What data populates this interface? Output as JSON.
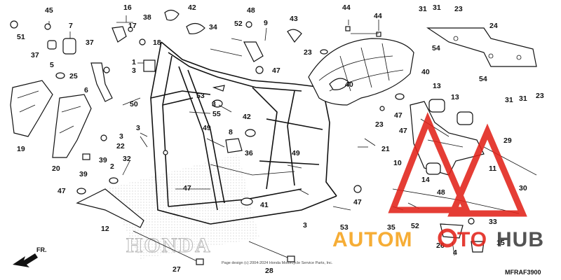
{
  "diagram": {
    "code": "MFRAF3900",
    "copyright": "Page design (c) 2004-2024 Honda Motorcycle Service Parts, Inc.",
    "front_indicator": "FR.",
    "background_logo": "HONDA",
    "labels": [
      {
        "id": "l45",
        "text": "45"
      },
      {
        "id": "l51",
        "text": "51"
      },
      {
        "id": "l7",
        "text": "7"
      },
      {
        "id": "l37a",
        "text": "37"
      },
      {
        "id": "l37b",
        "text": "37"
      },
      {
        "id": "l5",
        "text": "5"
      },
      {
        "id": "l25",
        "text": "25"
      },
      {
        "id": "l6",
        "text": "6"
      },
      {
        "id": "l19",
        "text": "19"
      },
      {
        "id": "l20",
        "text": "20"
      },
      {
        "id": "l50",
        "text": "50"
      },
      {
        "id": "l16",
        "text": "16"
      },
      {
        "id": "l17",
        "text": "17"
      },
      {
        "id": "l18",
        "text": "18"
      },
      {
        "id": "l38",
        "text": "38"
      },
      {
        "id": "l1",
        "text": "1"
      },
      {
        "id": "l3a",
        "text": "3"
      },
      {
        "id": "l42a",
        "text": "42"
      },
      {
        "id": "l34",
        "text": "34"
      },
      {
        "id": "l48a",
        "text": "48"
      },
      {
        "id": "l52a",
        "text": "52"
      },
      {
        "id": "l9",
        "text": "9"
      },
      {
        "id": "l47a",
        "text": "47"
      },
      {
        "id": "l43",
        "text": "43"
      },
      {
        "id": "l23a",
        "text": "23"
      },
      {
        "id": "l44a",
        "text": "44"
      },
      {
        "id": "l44b",
        "text": "44"
      },
      {
        "id": "l31a",
        "text": "31"
      },
      {
        "id": "l31b",
        "text": "31"
      },
      {
        "id": "l23b",
        "text": "23"
      },
      {
        "id": "l24",
        "text": "24"
      },
      {
        "id": "l54a",
        "text": "54"
      },
      {
        "id": "l40a",
        "text": "40"
      },
      {
        "id": "l54b",
        "text": "54"
      },
      {
        "id": "l31c",
        "text": "31"
      },
      {
        "id": "l31d",
        "text": "31"
      },
      {
        "id": "l23c",
        "text": "23"
      },
      {
        "id": "l40b",
        "text": "40"
      },
      {
        "id": "l53a",
        "text": "53"
      },
      {
        "id": "l3b",
        "text": "3"
      },
      {
        "id": "l55",
        "text": "55"
      },
      {
        "id": "l42b",
        "text": "42"
      },
      {
        "id": "l49a",
        "text": "49"
      },
      {
        "id": "l8",
        "text": "8"
      },
      {
        "id": "l36",
        "text": "36"
      },
      {
        "id": "l3c",
        "text": "3"
      },
      {
        "id": "l22",
        "text": "22"
      },
      {
        "id": "l39a",
        "text": "39"
      },
      {
        "id": "l39b",
        "text": "39"
      },
      {
        "id": "l32",
        "text": "32"
      },
      {
        "id": "l2",
        "text": "2"
      },
      {
        "id": "l47b",
        "text": "47"
      },
      {
        "id": "l47c",
        "text": "47"
      },
      {
        "id": "l12",
        "text": "12"
      },
      {
        "id": "l49b",
        "text": "49"
      },
      {
        "id": "l41",
        "text": "41"
      },
      {
        "id": "l3d",
        "text": "3"
      },
      {
        "id": "l21",
        "text": "21"
      },
      {
        "id": "l23d",
        "text": "23"
      },
      {
        "id": "l13a",
        "text": "13"
      },
      {
        "id": "l13b",
        "text": "13"
      },
      {
        "id": "l47d",
        "text": "47"
      },
      {
        "id": "l47e",
        "text": "47"
      },
      {
        "id": "l29",
        "text": "29"
      },
      {
        "id": "l10",
        "text": "10"
      },
      {
        "id": "l11",
        "text": "11"
      },
      {
        "id": "l14",
        "text": "14"
      },
      {
        "id": "l48b",
        "text": "48"
      },
      {
        "id": "l30",
        "text": "30"
      },
      {
        "id": "l47f",
        "text": "47"
      },
      {
        "id": "l53b",
        "text": "53"
      },
      {
        "id": "l35",
        "text": "35"
      },
      {
        "id": "l52b",
        "text": "52"
      },
      {
        "id": "l33",
        "text": "33"
      },
      {
        "id": "l26",
        "text": "26"
      },
      {
        "id": "l4",
        "text": "4"
      },
      {
        "id": "l15",
        "text": "15"
      },
      {
        "id": "l27",
        "text": "27"
      },
      {
        "id": "l28",
        "text": "28"
      },
      {
        "id": "l3e",
        "text": "3"
      }
    ]
  },
  "watermark": {
    "part1": "AUTOM",
    "part2": "TO",
    "part3": "HUB",
    "color_orange": "#f5a21b",
    "color_red": "#e2231a",
    "color_gray": "#3c3c3c"
  }
}
